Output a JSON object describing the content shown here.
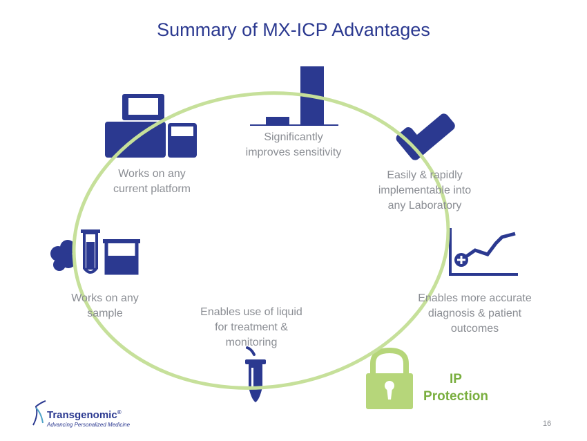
{
  "title": "Summary of MX-ICP Advantages",
  "labels": {
    "platform": [
      "Works on any",
      "current platform"
    ],
    "sensitivity": [
      "Significantly",
      "improves sensitivity"
    ],
    "implementable": [
      "Easily & rapidly",
      "implementable into",
      "any Laboratory"
    ],
    "sample": [
      "Works on any",
      "sample"
    ],
    "liquid": [
      "Enables use of liquid",
      "for treatment &",
      "monitoring"
    ],
    "diagnosis": [
      "Enables more accurate",
      "diagnosis & patient",
      "outcomes"
    ],
    "ip": [
      "IP",
      "Protection"
    ]
  },
  "logo": {
    "name": "Transgenomic",
    "reg": "®",
    "tagline": "Advancing Personalized Medicine"
  },
  "page_number": "16",
  "colors": {
    "navy": "#2b3990",
    "green": "#c6e09a",
    "ip_green": "#79ae3e",
    "gray_text": "#8a8d93"
  }
}
